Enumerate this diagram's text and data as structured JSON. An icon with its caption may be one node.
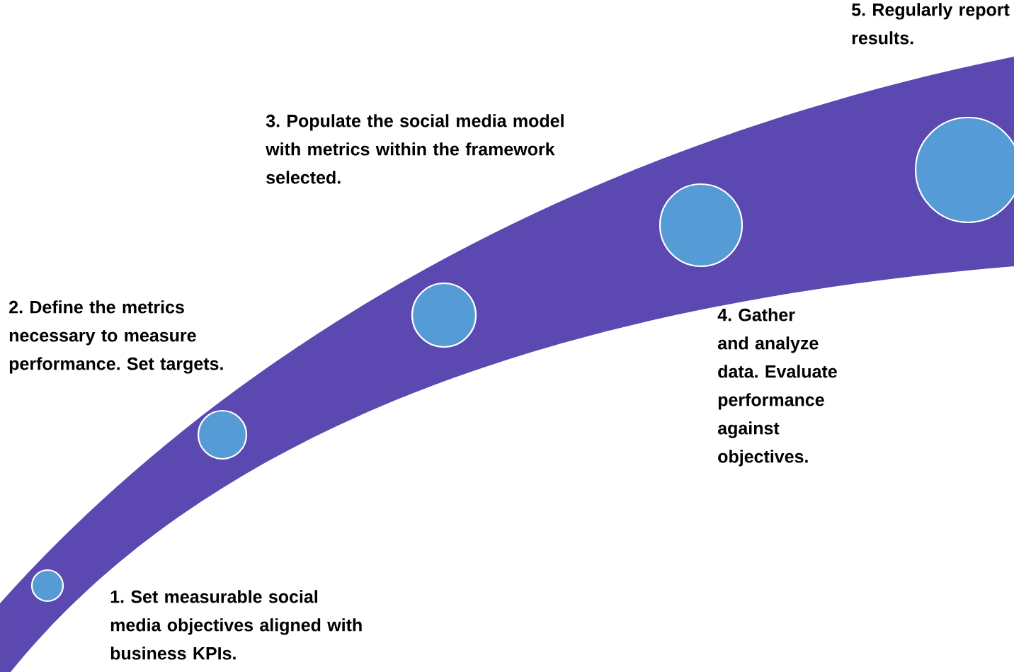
{
  "diagram": {
    "nodes": [
      {
        "text": [],
        "shape": "circle"
      },
      {
        "text": [],
        "shape": "circle"
      },
      {
        "text": [],
        "shape": "circle"
      },
      {
        "text": [],
        "shape": "circle"
      },
      {
        "text": [],
        "shape": "circle"
      }
    ],
    "labels": [
      "5. Regularly report results.",
      "3. Populate the social media model with metrics within the framework selected.",
      "2. Define the metrics necessary to measure performance. Set targets.",
      "4. Gather and analyze data. Evaluate performance against objectives.",
      "1. Set measurable social media objectives aligned with business KPIs."
    ]
  }
}
